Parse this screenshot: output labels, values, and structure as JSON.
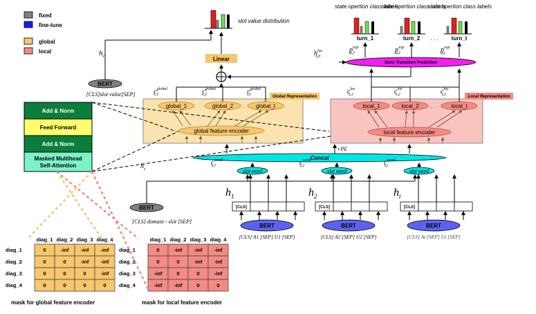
{
  "legend": {
    "fixed": "fixed",
    "finetune": "fine-tune",
    "global": "global",
    "local": "local",
    "colors": {
      "fixed": "#808080",
      "finetune": "#1c1cf0",
      "global": "#f7c66d",
      "local": "#f48a84"
    }
  },
  "top": {
    "slot_value_distribution": "slot value distribution",
    "linear": "Linear",
    "h_c": "h",
    "h_c_sub": "c",
    "bert_top": "BERT",
    "bert_top_caption": "[CLS]slot value[SEP]",
    "state_labels": [
      "state opertion class labels",
      "state opertion class labels",
      "state opertion class labels"
    ],
    "turns": [
      "turn_1",
      "turn_2",
      "turn_t"
    ],
    "ellipsis": ". . .",
    "stp": "State Transition Prediction",
    "h_loc": "h",
    "h_loc_sub": "s,0",
    "h_loc_sup": "loc",
    "p_sop": [
      {
        "base": "p",
        "sub": "s,1",
        "sup": "sop"
      },
      {
        "base": "p",
        "sub": "s,2",
        "sup": "sop"
      },
      {
        "base": "p",
        "sub": "s,t",
        "sup": "sop"
      }
    ]
  },
  "transformer": {
    "add_norm_top": "Add & Norm",
    "feed_forward": "Feed Forward",
    "add_norm_bottom": "Add & Norm",
    "masked_attention": "Masked Multihead Self-Attention"
  },
  "global": {
    "title": "Global Representation",
    "nodes": [
      "global_1",
      "global_2",
      "global_t"
    ],
    "encoder": "global feature encoder",
    "c_labels": [
      {
        "base": "c",
        "sub": "s,1",
        "sup": "global"
      },
      {
        "base": "c",
        "sub": "s,2",
        "sup": "global"
      },
      {
        "base": "c",
        "sub": "s,t",
        "sup": "global"
      }
    ]
  },
  "local": {
    "title": "Local Representation",
    "nodes": [
      "local_1",
      "local_2",
      "local_t"
    ],
    "encoder": "local feature encoder",
    "c_labels": [
      {
        "base": "c",
        "sub": "s,1",
        "sup": "loc"
      },
      {
        "base": "c",
        "sub": "s,2",
        "sup": "loc"
      },
      {
        "base": "c",
        "sub": "s,t",
        "sup": "loc"
      }
    ]
  },
  "middle": {
    "concat": "Concat",
    "pe": "+PE",
    "h_s": "h",
    "h_s_sub": "s",
    "slot_word": [
      "slot word",
      "slot word",
      "slot word"
    ],
    "c_word": [
      {
        "base": "c",
        "sub": "s,1",
        "sup": "word"
      },
      {
        "base": "c",
        "sub": "s,2",
        "sup": "word"
      },
      {
        "base": "c",
        "sub": "s,t",
        "sup": "word"
      }
    ],
    "h_turns": [
      {
        "base": "h",
        "sub": "1"
      },
      {
        "base": "h",
        "sub": "2"
      },
      {
        "base": "h",
        "sub": "t"
      }
    ],
    "cls": [
      "[CLS]",
      "[CLS]",
      "[CLS]"
    ],
    "bert_turns": [
      "BERT",
      "BERT",
      "BERT"
    ],
    "turn_captions": [
      "[CLS] A1 [SEP] U1 [SEP]",
      "[CLS] A2 [SEP] U2 [SEP]",
      "[CLS] At [SEP] Ut [SEP]"
    ],
    "bert_slot": "BERT",
    "bert_slot_caption": "[CLS] domain - slot [SEP]"
  },
  "masks": {
    "global": {
      "cols": [
        "diag_1",
        "diag_2",
        "diag_3",
        "diag_4"
      ],
      "rows": [
        "diag_1",
        "diag_2",
        "diag_3",
        "diag_4"
      ],
      "cells": [
        [
          "0",
          "-inf",
          "-inf",
          "-inf"
        ],
        [
          "0",
          "0",
          "-inf",
          "-inf"
        ],
        [
          "0",
          "0",
          "0",
          "-inf"
        ],
        [
          "0",
          "0",
          "0",
          "0"
        ]
      ],
      "caption": "mask for global feature encoder"
    },
    "local": {
      "cols": [
        "diag_1",
        "diag_2",
        "diag_3",
        "diag_4"
      ],
      "rows": [
        "diag_1",
        "diag_2",
        "diag_3",
        "diag_4"
      ],
      "cells": [
        [
          "0",
          "-inf",
          "-inf",
          "-inf"
        ],
        [
          "0",
          "0",
          "-inf",
          "-inf"
        ],
        [
          "-inf",
          "0",
          "0",
          "-inf"
        ],
        [
          "-inf",
          "-inf",
          "0",
          "0"
        ]
      ],
      "caption": "mask for local feature encoder"
    }
  }
}
